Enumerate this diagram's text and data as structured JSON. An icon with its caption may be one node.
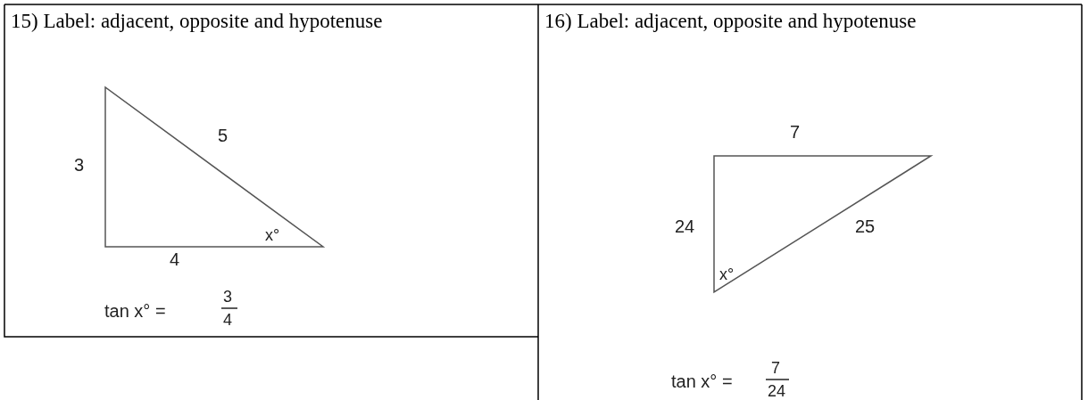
{
  "diagram": {
    "labels": [
      "15) Label: adjacent, opposite and hypotenuse",
      "5",
      "3",
      "x°",
      "4",
      "tan x° =",
      "3",
      "4",
      "16) Label: adjacent, opposite and hypotenuse",
      "7",
      "24",
      "25",
      "x°",
      "tan x° =",
      "7",
      "24"
    ]
  }
}
